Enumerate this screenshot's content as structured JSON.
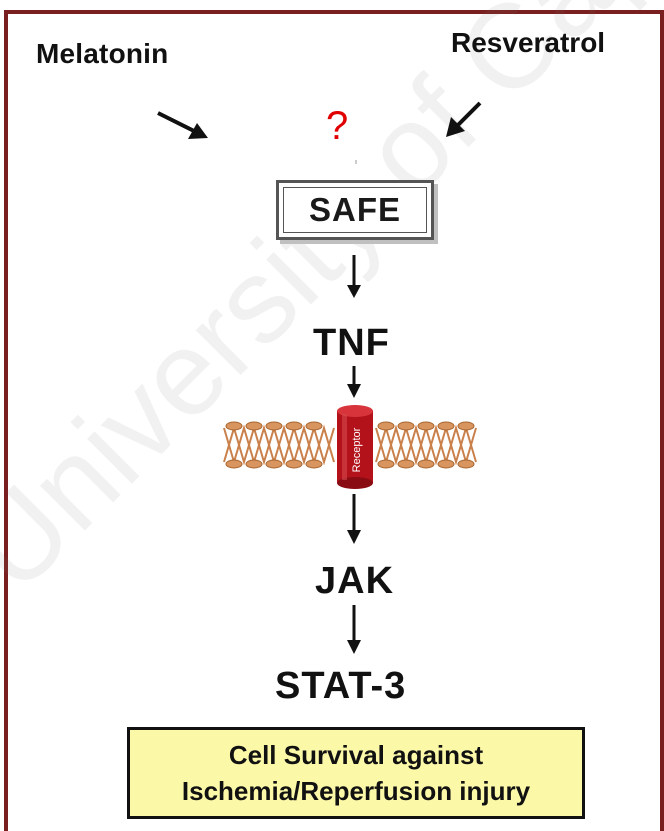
{
  "diagram": {
    "inputs": {
      "left": "Melatonin",
      "right": "Resveratrol",
      "unknown_mark": "?"
    },
    "pathway": {
      "start_node": "SAFE",
      "ligand": "TNF",
      "receptor": "Receptor",
      "kinase": "JAK",
      "factor": "STAT-3"
    },
    "outcome": {
      "line1": "Cell Survival against",
      "line2": "Ischemia/Reperfusion injury"
    }
  },
  "colors": {
    "frame": "#7a1f1f",
    "question": "#e00000",
    "receptor": "#b3121b",
    "membrane": "#c9804a",
    "outcome_fill": "#fbf8a8"
  },
  "watermark": "University of Cape Town"
}
